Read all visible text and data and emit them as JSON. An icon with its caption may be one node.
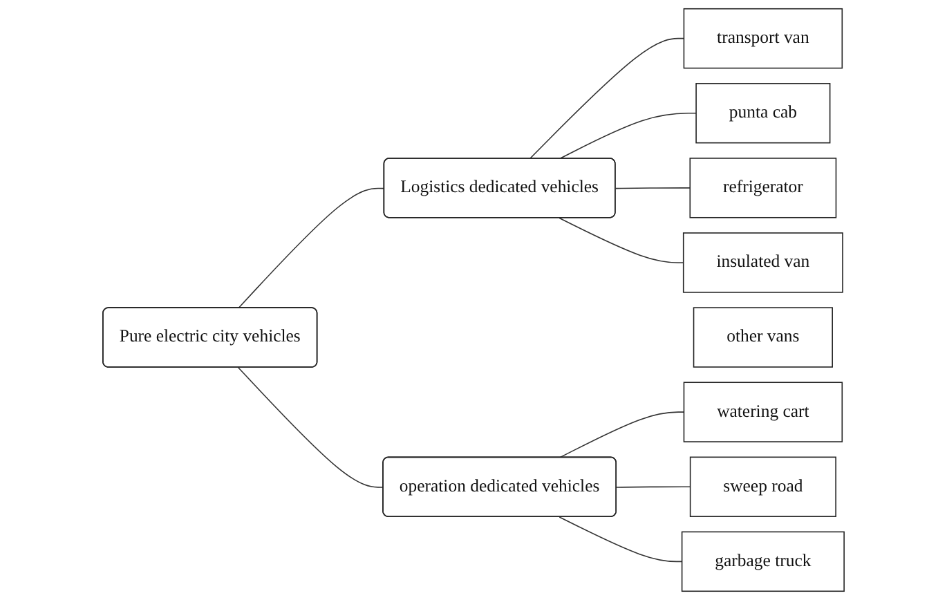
{
  "diagram": {
    "nodes": [
      {
        "text": [
          "Pure electric city vehicles"
        ]
      },
      {
        "text": [
          "Logistics dedicated vehicles"
        ]
      },
      {
        "text": [
          "operation dedicated vehicles"
        ]
      },
      {
        "text": [
          "transport van"
        ]
      },
      {
        "text": [
          "punta cab"
        ]
      },
      {
        "text": [
          "refrigerator"
        ]
      },
      {
        "text": [
          "insulated van"
        ]
      },
      {
        "text": [
          "other vans"
        ]
      },
      {
        "text": [
          "watering cart"
        ]
      },
      {
        "text": [
          "sweep road"
        ]
      },
      {
        "text": [
          "garbage truck"
        ]
      }
    ],
    "edges": [
      {
        "from": 0,
        "to": 1,
        "arrow": "none"
      },
      {
        "from": 0,
        "to": 2,
        "arrow": "none"
      },
      {
        "from": 1,
        "to": 3,
        "arrow": "none"
      },
      {
        "from": 1,
        "to": 4,
        "arrow": "none"
      },
      {
        "from": 1,
        "to": 5,
        "arrow": "none"
      },
      {
        "from": 1,
        "to": 6,
        "arrow": "none"
      },
      {
        "from": 2,
        "to": 8,
        "arrow": "none"
      },
      {
        "from": 2,
        "to": 9,
        "arrow": "none"
      },
      {
        "from": 2,
        "to": 10,
        "arrow": "none"
      }
    ]
  }
}
